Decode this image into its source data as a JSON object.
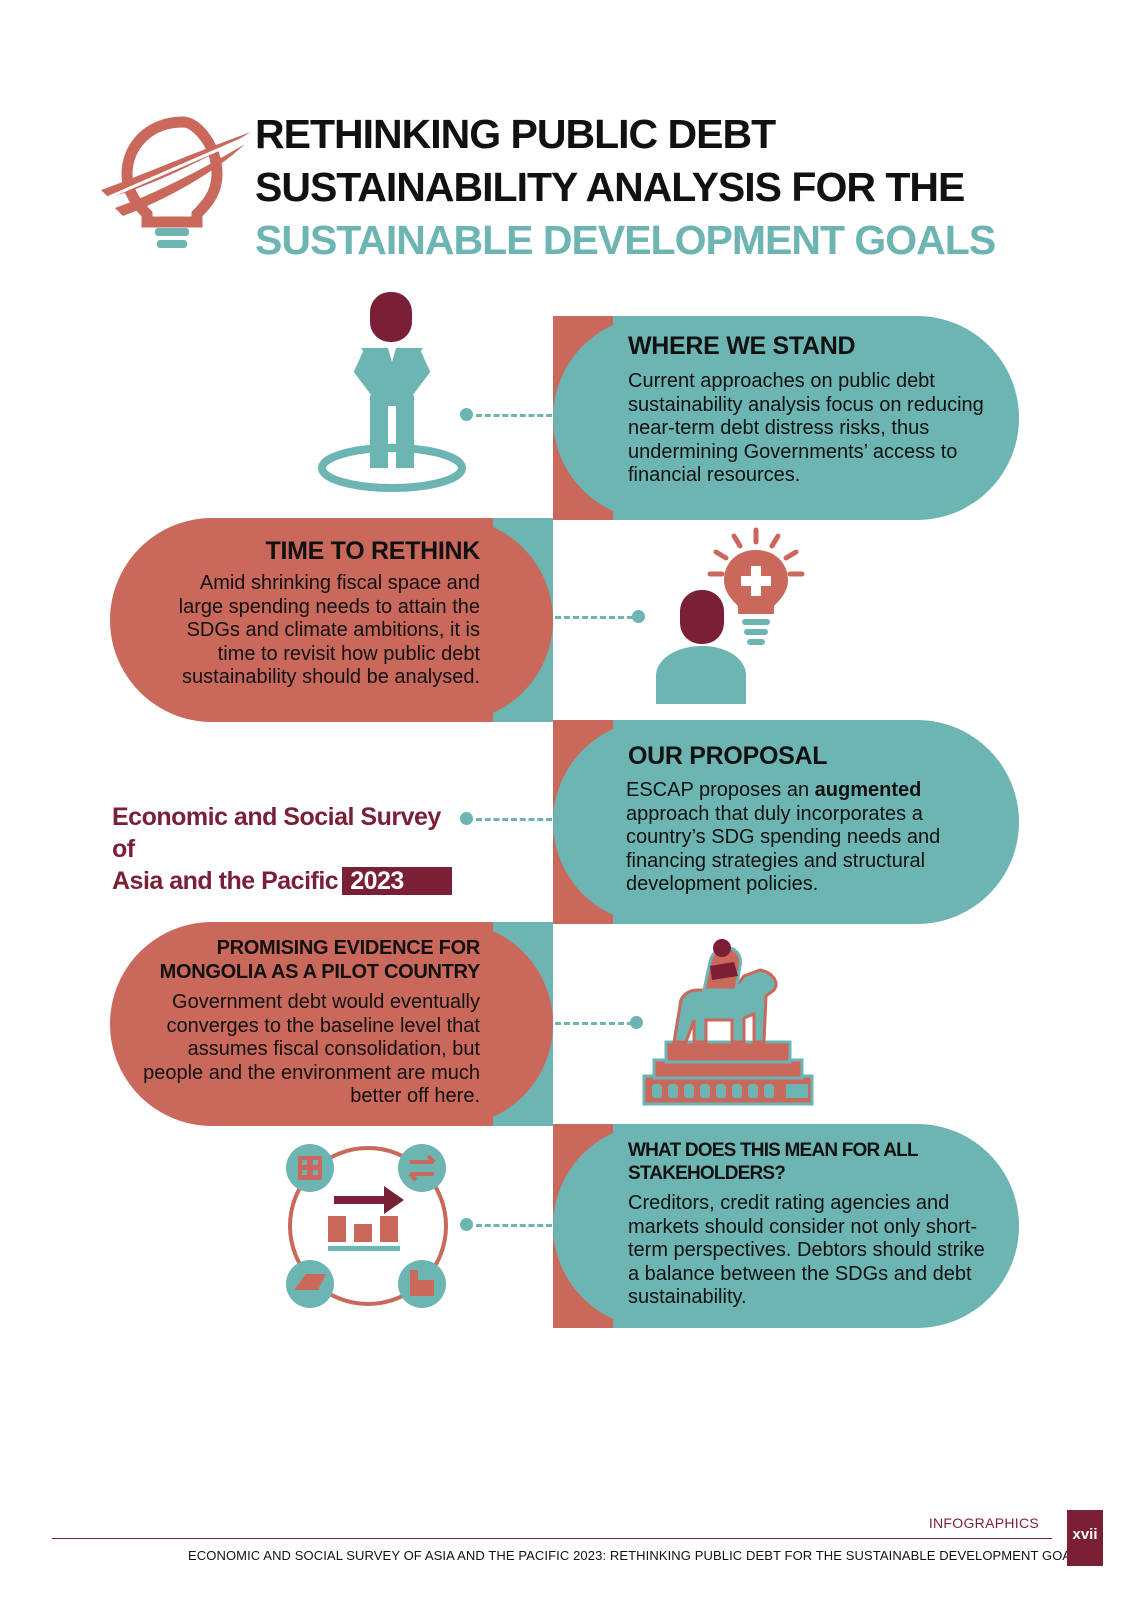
{
  "title": {
    "line1": "RETHINKING PUBLIC DEBT",
    "line2": "SUSTAINABILITY ANALYSIS FOR THE",
    "line3": "SUSTAINABLE DEVELOPMENT GOALS"
  },
  "sections": [
    {
      "heading": "WHERE WE STAND",
      "body": "Current approaches on public debt sustainability analysis focus on reducing near-term debt distress risks, thus undermining Governments’ access to financial resources."
    },
    {
      "heading": "TIME TO RETHINK",
      "body": "Amid shrinking fiscal space and large spending needs to attain the SDGs and climate ambitions, it is time to revisit how public debt sustainability should be analysed."
    },
    {
      "heading": "OUR PROPOSAL",
      "body_pre": "ESCAP proposes an ",
      "body_bold": "augmented",
      "body_post": " approach that duly incorporates a country’s SDG spending needs and financing strategies and structural development policies."
    },
    {
      "heading_line1": "PROMISING EVIDENCE FOR",
      "heading_line2": "MONGOLIA AS A PILOT COUNTRY",
      "body": "Government debt would eventually converges to the baseline level that assumes fiscal consolidation, but people and the environment are much better off here."
    },
    {
      "heading_line1": "WHAT DOES THIS MEAN FOR ALL",
      "heading_line2": "STAKEHOLDERS?",
      "body": "Creditors, credit rating agencies and markets should consider not only short-term perspectives. Debtors should strike a balance between the SDGs and debt sustainability."
    }
  ],
  "survey_label": {
    "line1": "Economic and Social Survey of",
    "line2": "Asia and the Pacific",
    "year": "2023"
  },
  "footer": {
    "section_label": "INFOGRAPHICS",
    "text": "ECONOMIC AND SOCIAL SURVEY OF ASIA AND THE PACIFIC 2023: RETHINKING PUBLIC DEBT FOR THE SUSTAINABLE DEVELOPMENT GOALS",
    "page_number": "xvii"
  },
  "icons": {
    "logo": "lightbulb-with-orbit-icon",
    "s1": "standing-person-icon",
    "s2": "person-with-idea-lightbulb-icon",
    "s4": "equestrian-statue-monument-icon",
    "s5": "finance-cycle-icon"
  },
  "colors": {
    "teal": "#6cb5b3",
    "coral": "#c9685b",
    "maroon": "#7a1f35",
    "text": "#111111"
  }
}
